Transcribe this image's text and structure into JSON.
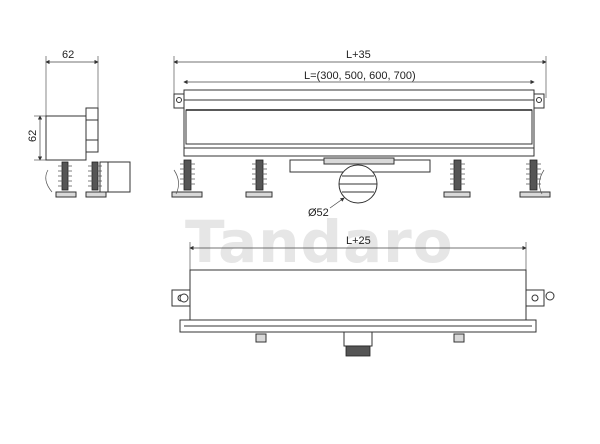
{
  "dimensions": {
    "side_width": "62",
    "side_height": "62",
    "overall_length": "L+35",
    "channel_length": "L=(300, 500, 600, 700)",
    "outlet_diameter": "Ø52",
    "bottom_length": "L+25"
  },
  "watermark": "Tandaro"
}
